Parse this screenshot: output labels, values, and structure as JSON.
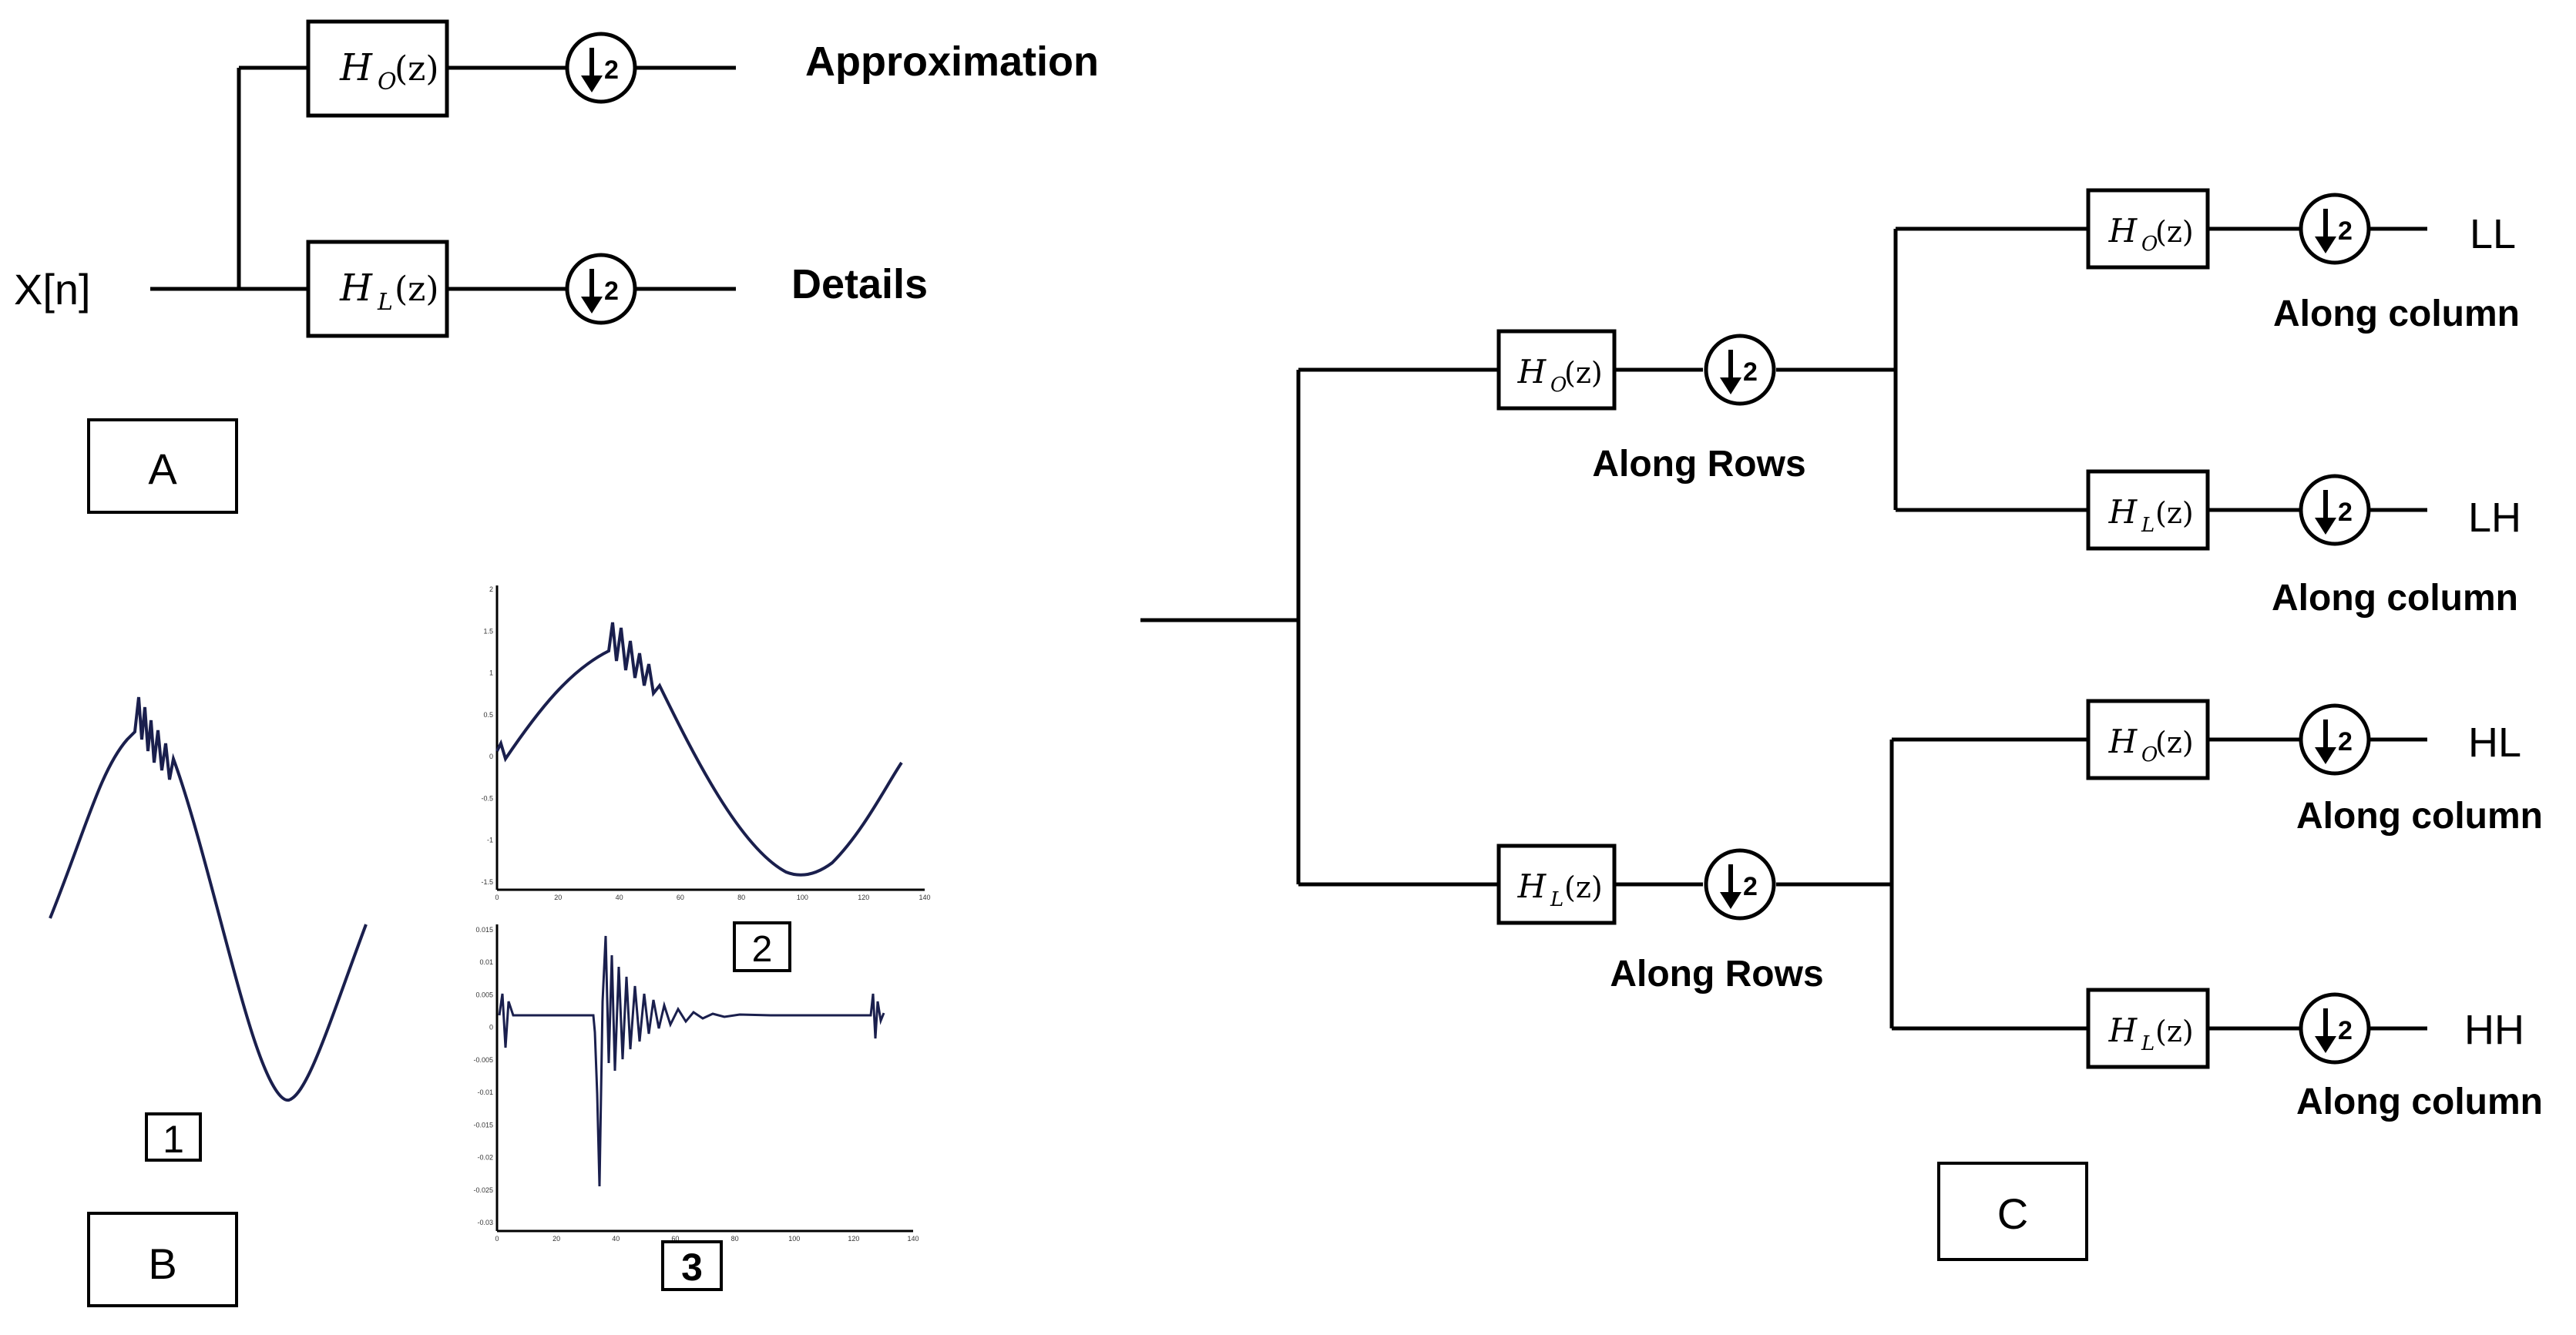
{
  "panel_a": {
    "input_label": "X[n]",
    "filter_high": {
      "symbol": "H",
      "subscript": "O",
      "arg": "(z)"
    },
    "filter_low": {
      "symbol": "H",
      "subscript": "L",
      "arg": "(z)"
    },
    "downsample_factor": "2",
    "output_top": "Approximation",
    "output_bottom": "Details",
    "tag": "A"
  },
  "panel_b": {
    "tag": "B",
    "signal_tags": [
      "1",
      "2",
      "3"
    ],
    "plot2": {
      "x_ticks": [
        "0",
        "20",
        "40",
        "60",
        "80",
        "100",
        "120",
        "140"
      ],
      "y_ticks": [
        "2",
        "1.5",
        "1",
        "0.5",
        "0",
        "-0.5",
        "-1",
        "-1.5"
      ]
    },
    "plot3": {
      "x_ticks": [
        "0",
        "20",
        "40",
        "60",
        "80",
        "100",
        "120",
        "140"
      ],
      "y_ticks": [
        "0.015",
        "0.01",
        "0.005",
        "0",
        "-0.005",
        "-0.01",
        "-0.015",
        "-0.02",
        "-0.025",
        "-0.03"
      ]
    }
  },
  "panel_c": {
    "tag": "C",
    "row_label": "Along Rows",
    "col_label": "Along column",
    "filter_high": {
      "symbol": "H",
      "subscript": "O",
      "arg": "(z)"
    },
    "filter_low": {
      "symbol": "H",
      "subscript": "L",
      "arg": "(z)"
    },
    "downsample_factor": "2",
    "outputs": [
      "LL",
      "LH",
      "HL",
      "HH"
    ]
  },
  "colors": {
    "line": "#000000",
    "signal": "#1a1f4d"
  }
}
